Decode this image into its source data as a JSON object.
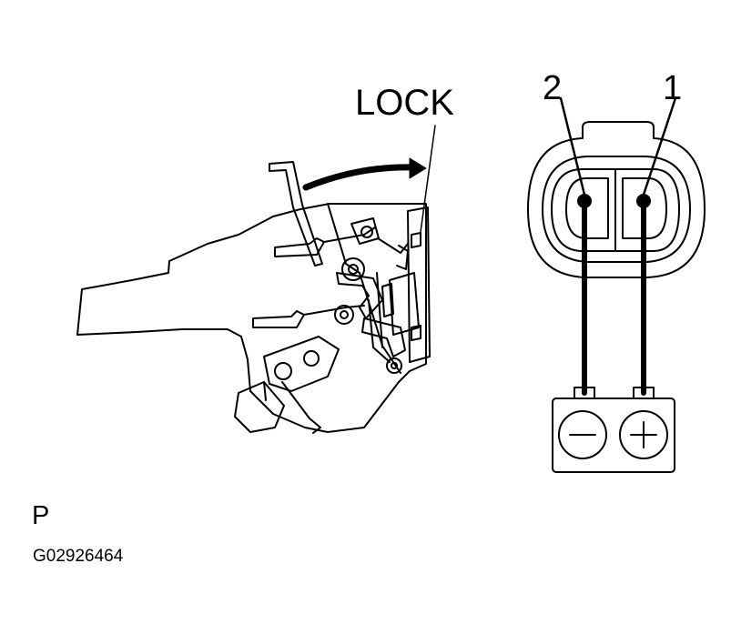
{
  "labels": {
    "lock": "LOCK",
    "pin_2": "2",
    "pin_1": "1",
    "panel": "P",
    "figure_code": "G02926464"
  },
  "colors": {
    "line": "#000000",
    "background": "#ffffff"
  }
}
